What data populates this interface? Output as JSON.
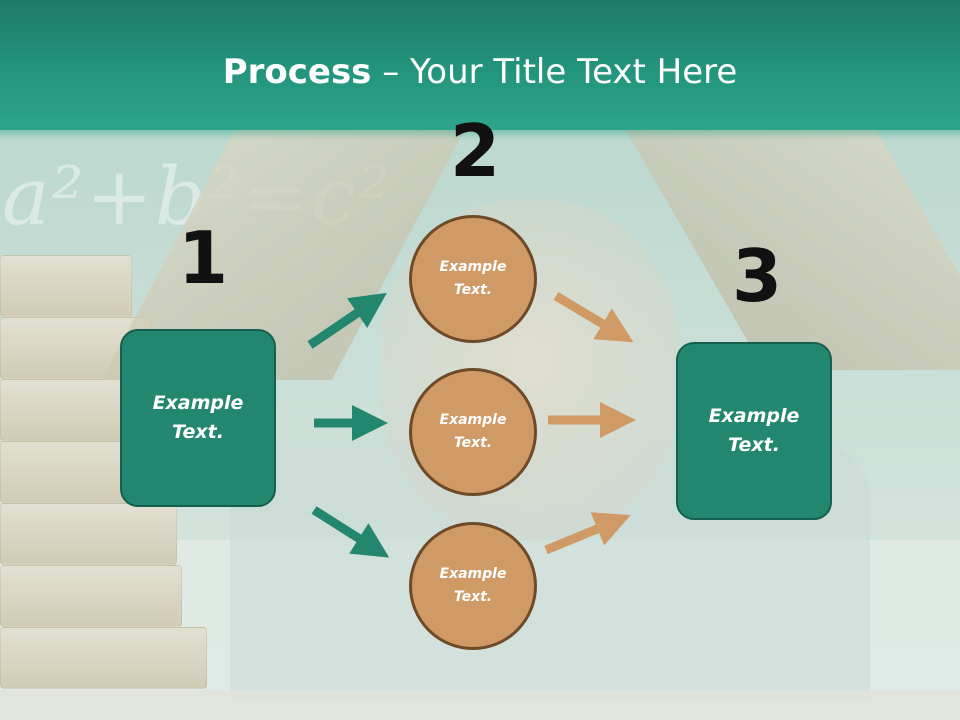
{
  "title": {
    "bold": "Process",
    "rest": " – Your Title Text Here"
  },
  "background": {
    "formula": "a²+b²=c²"
  },
  "steps": [
    {
      "number": "1",
      "text": "Example\nText."
    },
    {
      "number": "2",
      "items": [
        {
          "text": "Example\nText."
        },
        {
          "text": "Example\nText."
        },
        {
          "text": "Example\nText."
        }
      ]
    },
    {
      "number": "3",
      "text": "Example\nText."
    }
  ],
  "colors": {
    "header": "#23957d",
    "box": "#23876f",
    "circle": "#d09a66",
    "teal_arrow": "#23876f",
    "tan_arrow": "#d09a66"
  },
  "icons": {
    "arrow": "arrow-right-icon"
  }
}
